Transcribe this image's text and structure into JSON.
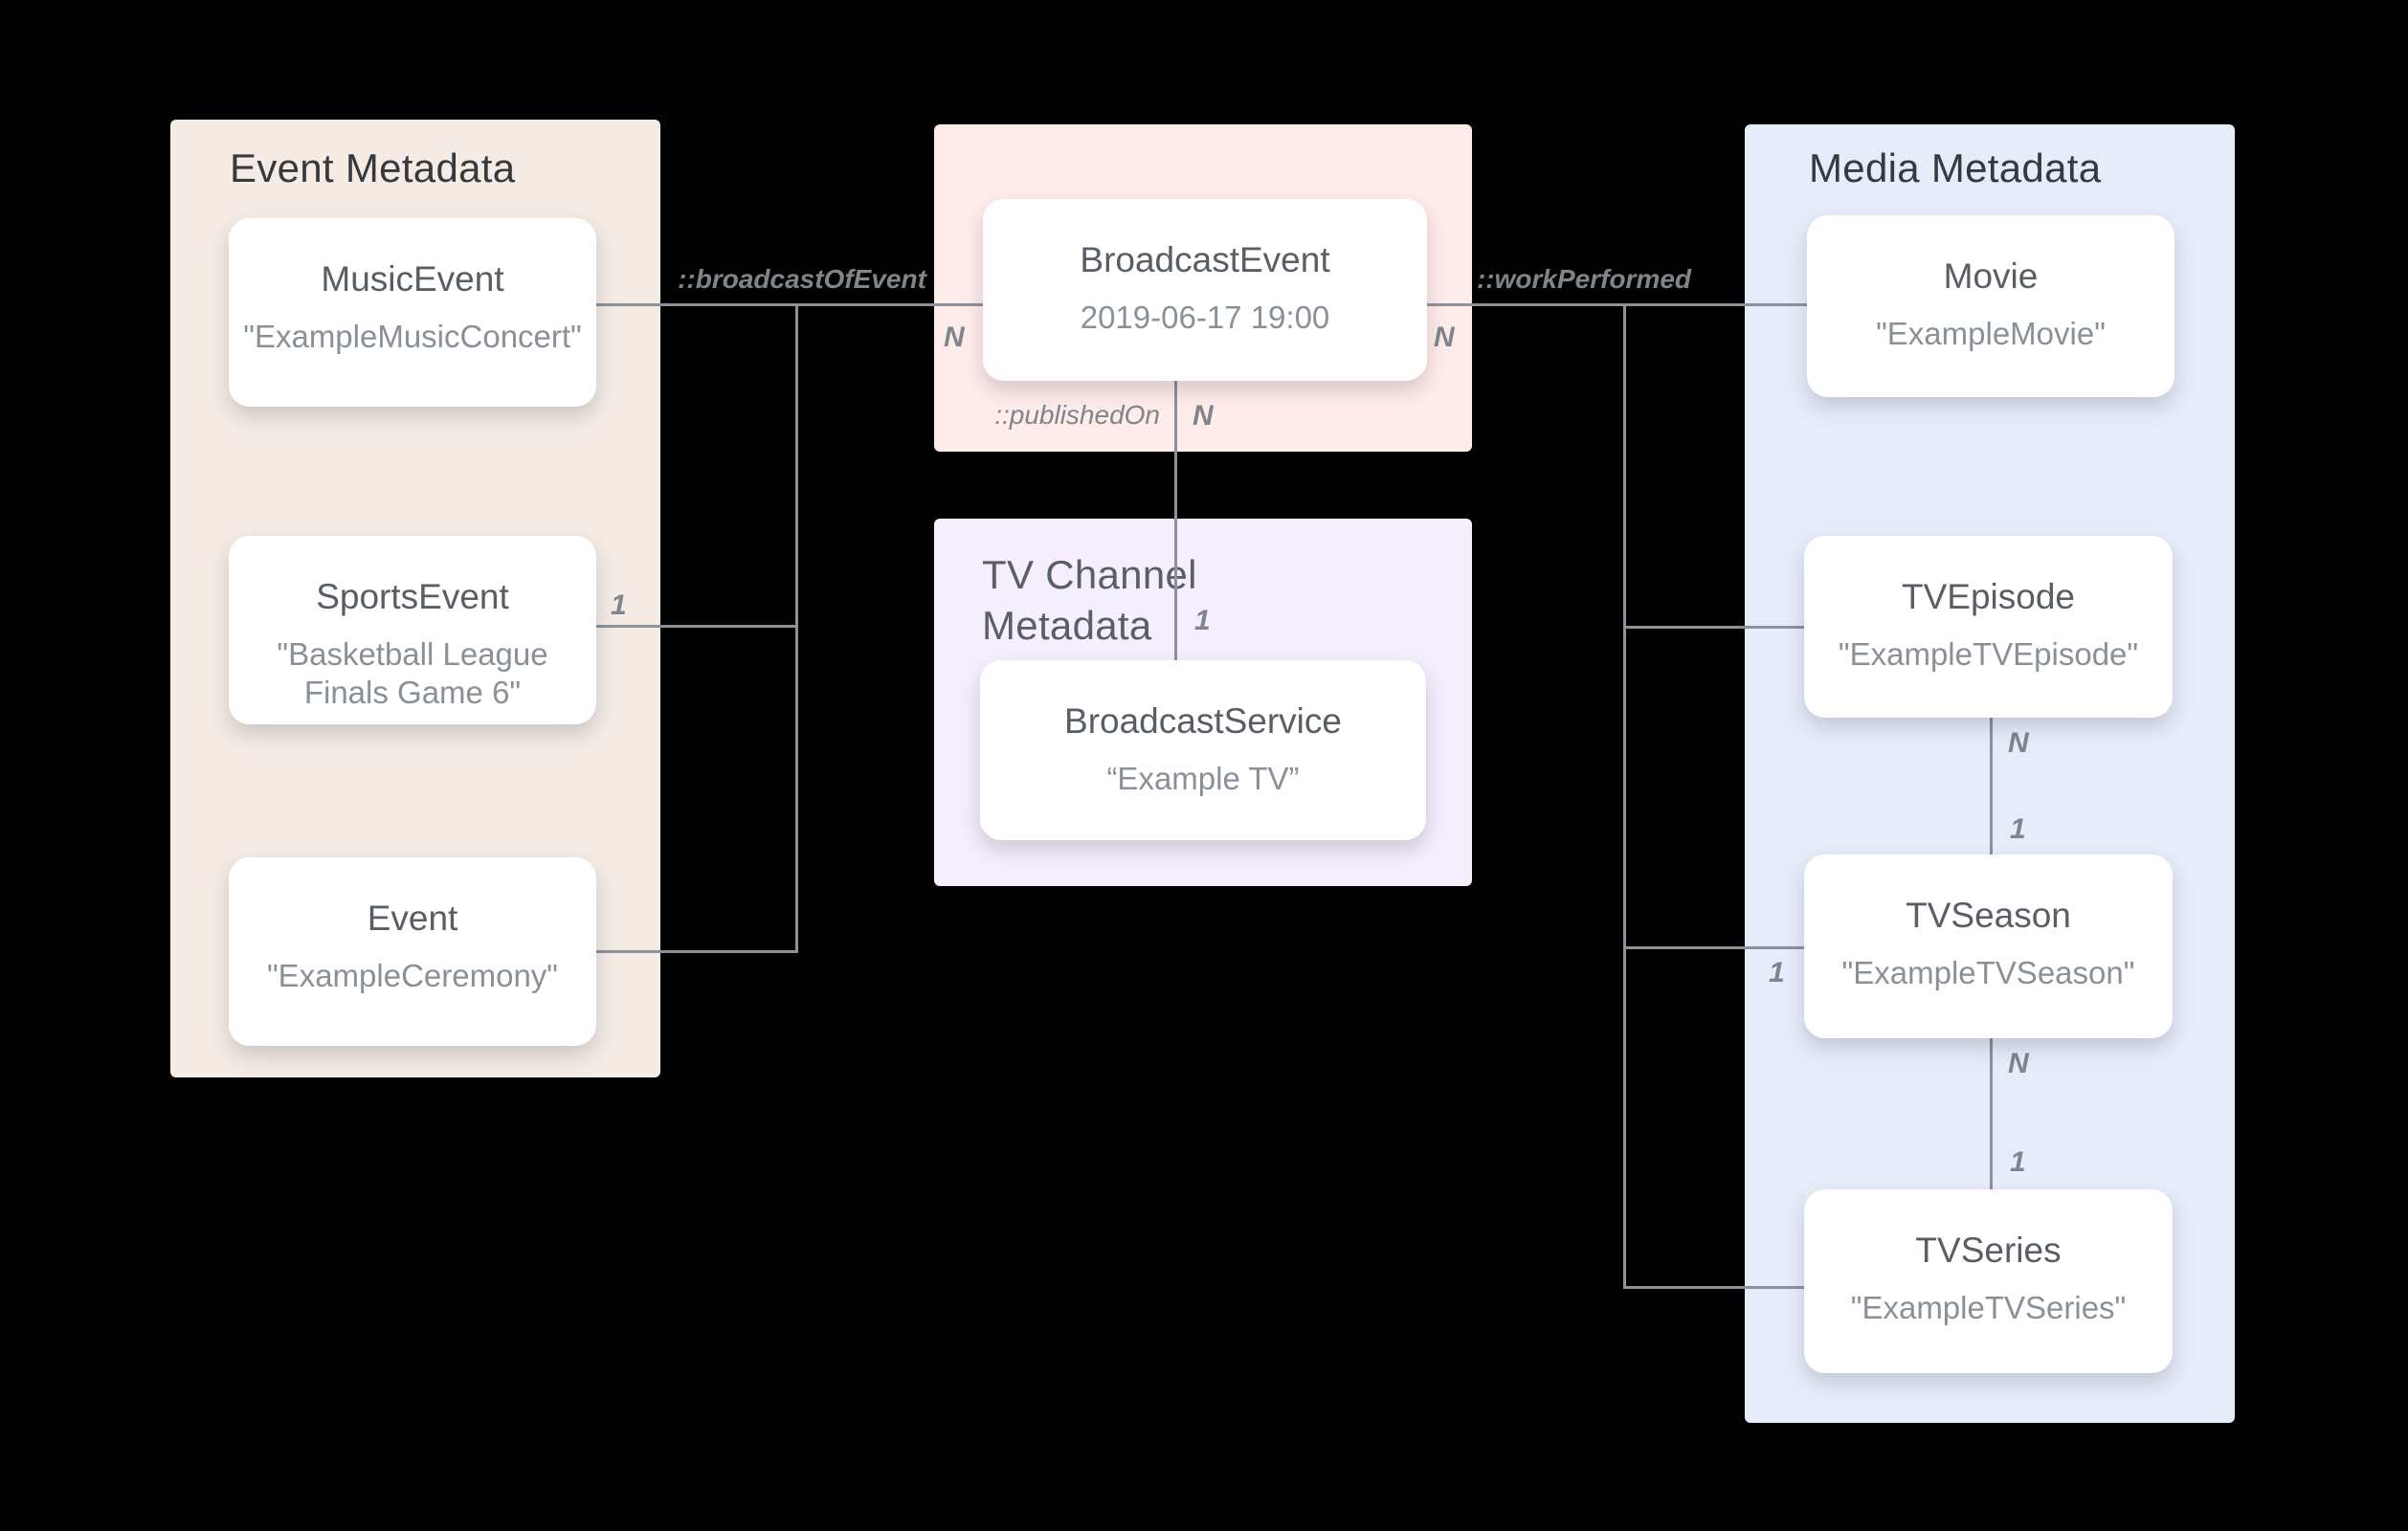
{
  "panels": {
    "event": {
      "title": "Event Metadata"
    },
    "tv_channel": {
      "title": "TV Channel\nMetadata"
    },
    "media": {
      "title": "Media Metadata"
    }
  },
  "nodes": {
    "music_event": {
      "title": "MusicEvent",
      "value": "\"ExampleMusicConcert\""
    },
    "sports_event": {
      "title": "SportsEvent",
      "value": "\"Basketball League Finals Game 6\""
    },
    "event": {
      "title": "Event",
      "value": "\"ExampleCeremony\""
    },
    "broadcast_event": {
      "title": "BroadcastEvent",
      "value": "2019-06-17 19:00"
    },
    "broadcast_service": {
      "title": "BroadcastService",
      "value": "“Example TV”"
    },
    "movie": {
      "title": "Movie",
      "value": "\"ExampleMovie\""
    },
    "tv_episode": {
      "title": "TVEpisode",
      "value": "\"ExampleTVEpisode\""
    },
    "tv_season": {
      "title": "TVSeason",
      "value": "\"ExampleTVSeason\""
    },
    "tv_series": {
      "title": "TVSeries",
      "value": "\"ExampleTVSeries\""
    }
  },
  "relations": {
    "broadcast_of_event": "::broadcastOfEvent",
    "work_performed": "::workPerformed",
    "published_on": "::publishedOn"
  },
  "cardinalities": {
    "broadcast_left_n": "N",
    "broadcast_right_n": "N",
    "published_n": "N",
    "published_one": "1",
    "sports_one": "1",
    "season_left_one": "1",
    "episode_season_n": "N",
    "episode_season_one": "1",
    "season_series_n": "N",
    "season_series_one": "1"
  },
  "colors": {
    "canvas_bg": "#000000",
    "panel_event_bg": "#F4EBE5",
    "panel_broadcast_bg": "#FEECEB",
    "panel_tv_channel_bg": "#F5EEFC",
    "panel_media_bg": "#E7ECFB",
    "card_bg": "#FFFFFF",
    "line": "#8C9298",
    "label": "#7E858B",
    "heading_dark": "#36393D",
    "heading_muted": "#5A5F64",
    "card_title": "#585E64",
    "card_value": "#8A9097"
  }
}
